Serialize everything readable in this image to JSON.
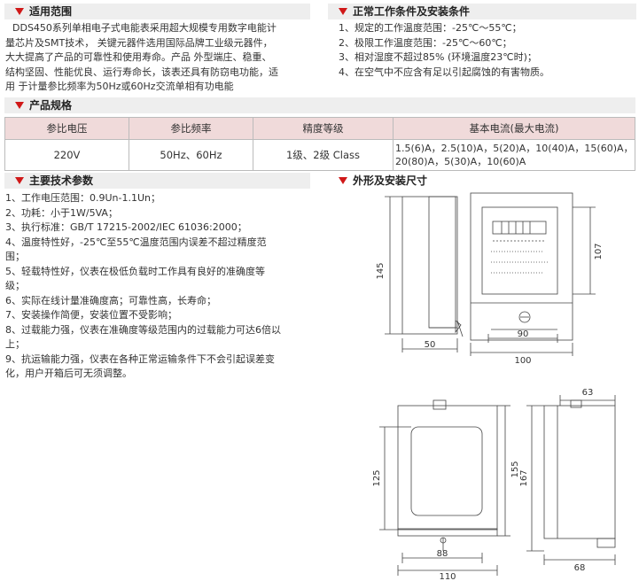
{
  "scope": {
    "title": "适用范围",
    "lines": [
      "DDS450系列单相电子式电能表采用超大规模专用数字电能计",
      "量芯片及SMT技术， 关键元器件选用国际品牌工业级元器件，",
      "大大提高了产品的可靠性和使用寿命。产品 外型端庄、稳重、",
      "结构坚固、性能优良、运行寿命长，该表还具有防窃电功能，适",
      "用  于计量参比频率为50Hz或60Hz交流单相有功电能"
    ]
  },
  "conditions": {
    "title": "正常工作条件及安装条件",
    "lines": [
      "1、规定的工作温度范围：-25℃～55℃；",
      "2、极限工作温度范围：-25℃～60℃；",
      "3、相对湿度不超过85% (环境温度23℃时)；",
      "4、在空气中不应含有足以引起腐蚀的有害物质。"
    ]
  },
  "spec": {
    "title": "产品规格",
    "headers": [
      "参比电压",
      "参比频率",
      "精度等级",
      "基本电流(最大电流)"
    ],
    "row": [
      "220V",
      "50Hz、60Hz",
      "1级、2级 Class",
      "1.5(6)A，2.5(10)A，5(20)A，10(40)A，15(60)A，20(80)A，5(30)A，10(60)A"
    ]
  },
  "params": {
    "title": "主要技术参数",
    "lines": [
      "1、工作电压范围：0.9Un-1.1Un；",
      "2、功耗：小于1W/5VA；",
      "3、执行标准：GB/T 17215-2002/IEC 61036:2000；",
      "4、温度特性好，-25℃至55℃温度范围内误差不超过精度范",
      "围；",
      "5、轻载特性好，仪表在极低负载时工作具有良好的准确度等",
      "级；",
      "6、实际在线计量准确度高；可靠性高，长寿命；",
      "7、安装操作简便，安装位置不受影响；",
      "8、过载能力强，仪表在准确度等级范围内的过载能力可达6倍以",
      "上；",
      "9、抗运输能力强，仪表在各种正常运输条件下不会引起误差变",
      "化，用户开箱后可无须调整。"
    ]
  },
  "dims": {
    "title": "外形及安装尺寸",
    "d145": "145",
    "d107": "107",
    "d50": "50",
    "d90": "90",
    "d100": "100",
    "d63": "63",
    "d125": "125",
    "d155": "155",
    "d167": "167",
    "d88": "88",
    "d110": "110",
    "d68": "68"
  },
  "colors": {
    "accent": "#d01818",
    "header_bg": "#eeeeee",
    "table_head_bg": "#f0dada"
  }
}
